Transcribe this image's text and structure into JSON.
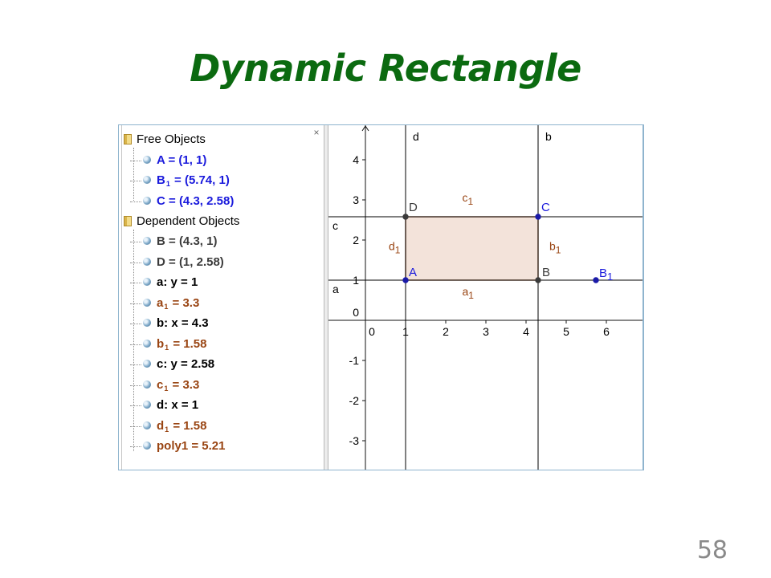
{
  "slide": {
    "title": "Dynamic Rectangle",
    "page_number": "58"
  },
  "algebra_view": {
    "close_symbol": "×",
    "rows": [
      {
        "type": "folder",
        "text": "Free Objects"
      },
      {
        "type": "item",
        "color": "blue",
        "name": "A",
        "sub": "",
        "rest": " = (1, 1)"
      },
      {
        "type": "item",
        "color": "blue",
        "name": "B",
        "sub": "1",
        "rest": " = (5.74, 1)"
      },
      {
        "type": "item",
        "color": "blue",
        "name": "C",
        "sub": "",
        "rest": " = (4.3, 2.58)"
      },
      {
        "type": "folder",
        "text": "Dependent Objects"
      },
      {
        "type": "item",
        "color": "dark",
        "name": "B",
        "sub": "",
        "rest": " = (4.3, 1)"
      },
      {
        "type": "item",
        "color": "dark",
        "name": "D",
        "sub": "",
        "rest": " = (1, 2.58)"
      },
      {
        "type": "item",
        "color": "black",
        "name": "a",
        "sub": "",
        "rest": ": y = 1"
      },
      {
        "type": "item",
        "color": "brown",
        "name": "a",
        "sub": "1",
        "rest": " = 3.3"
      },
      {
        "type": "item",
        "color": "black",
        "name": "b",
        "sub": "",
        "rest": ": x = 4.3"
      },
      {
        "type": "item",
        "color": "brown",
        "name": "b",
        "sub": "1",
        "rest": " = 1.58"
      },
      {
        "type": "item",
        "color": "black",
        "name": "c",
        "sub": "",
        "rest": ": y = 2.58"
      },
      {
        "type": "item",
        "color": "brown",
        "name": "c",
        "sub": "1",
        "rest": " = 3.3"
      },
      {
        "type": "item",
        "color": "black",
        "name": "d",
        "sub": "",
        "rest": ": x = 1"
      },
      {
        "type": "item",
        "color": "brown",
        "name": "d",
        "sub": "1",
        "rest": " = 1.58"
      },
      {
        "type": "item",
        "color": "brown",
        "name": "poly1",
        "sub": "",
        "rest": " = 5.21"
      }
    ]
  },
  "graphics_view": {
    "x_ticks": [
      "0",
      "1",
      "2",
      "3",
      "4",
      "5",
      "6"
    ],
    "y_ticks": [
      "4",
      "3",
      "2",
      "1",
      "0",
      "-1",
      "-2",
      "-3"
    ],
    "lines": [
      {
        "name": "a",
        "orientation": "horizontal",
        "value": 1
      },
      {
        "name": "c",
        "orientation": "horizontal",
        "value": 2.58
      },
      {
        "name": "d",
        "orientation": "vertical",
        "value": 1
      },
      {
        "name": "b",
        "orientation": "vertical",
        "value": 4.3
      }
    ],
    "points": [
      {
        "name": "A",
        "sub": "",
        "x": 1,
        "y": 1,
        "color": "#1a1aa8",
        "label_color": "#1a1adc"
      },
      {
        "name": "B",
        "sub": "",
        "x": 4.3,
        "y": 1,
        "color": "#3a3a3a",
        "label_color": "#3a3a3a"
      },
      {
        "name": "B",
        "sub": "1",
        "x": 5.74,
        "y": 1,
        "color": "#1a1aa8",
        "label_color": "#1a1adc"
      },
      {
        "name": "C",
        "sub": "",
        "x": 4.3,
        "y": 2.58,
        "color": "#1a1aa8",
        "label_color": "#1a1adc"
      },
      {
        "name": "D",
        "sub": "",
        "x": 1,
        "y": 2.58,
        "color": "#3a3a3a",
        "label_color": "#3a3a3a"
      }
    ],
    "segment_labels": [
      {
        "name": "a",
        "sub": "1"
      },
      {
        "name": "b",
        "sub": "1"
      },
      {
        "name": "c",
        "sub": "1"
      },
      {
        "name": "d",
        "sub": "1"
      }
    ],
    "colors": {
      "polygon_fill": "#f3e3da",
      "polygon_edge": "#994412",
      "segment_label": "#994412",
      "axis": "#111111",
      "line": "#000000",
      "free_point": "#1a1aa8",
      "dependent_point": "#3a3a3a"
    }
  }
}
